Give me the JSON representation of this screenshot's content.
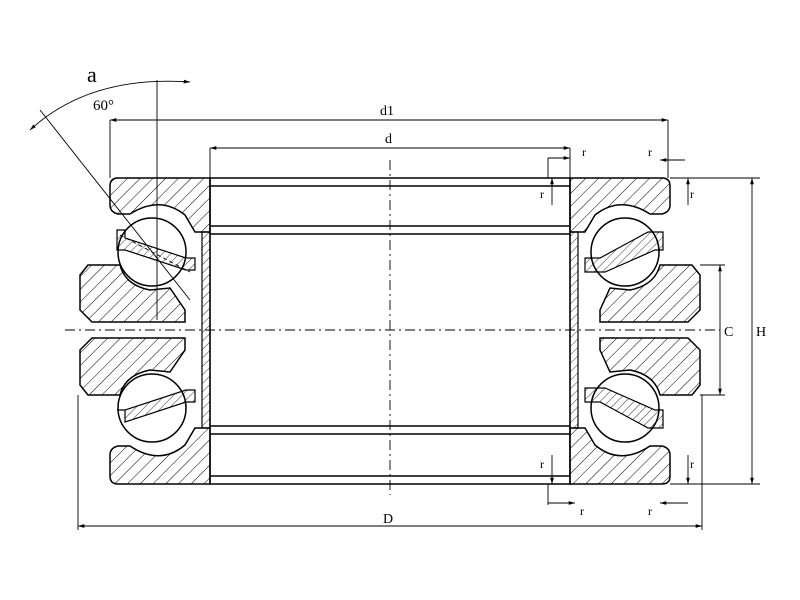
{
  "labels": {
    "angle_symbol": "a",
    "angle_value": "60°",
    "d1": "d1",
    "d": "d",
    "D": "D",
    "C": "C",
    "H": "H",
    "r": "r"
  }
}
